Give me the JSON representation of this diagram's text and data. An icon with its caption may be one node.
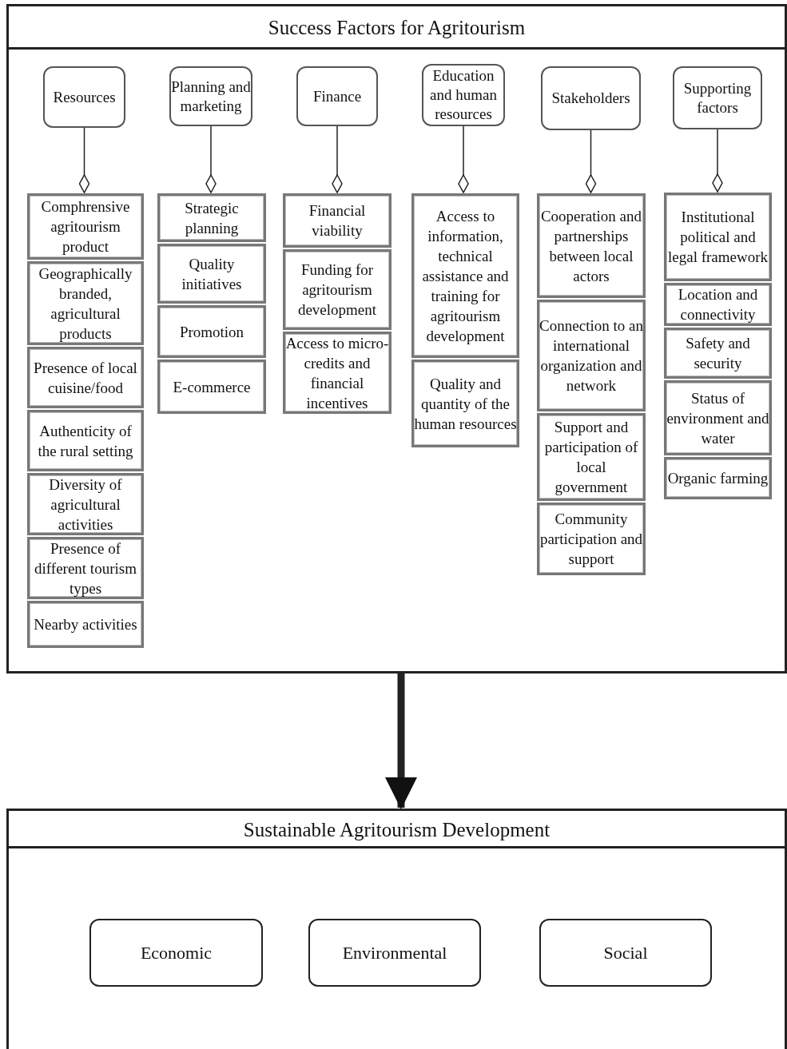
{
  "diagram": {
    "nodes": [
      {
        "text": [
          "Success Factors for Agritourism"
        ]
      },
      {
        "text": [
          "Resources"
        ],
        "in": 0
      },
      {
        "text": [
          "Comphrensive agritourism product"
        ],
        "in": 0
      },
      {
        "text": [
          "Geographically branded, agricultural products"
        ],
        "in": 0
      },
      {
        "text": [
          "Presence of local cuisine/food"
        ],
        "in": 0
      },
      {
        "text": [
          "Authenticity of the rural setting"
        ],
        "in": 0
      },
      {
        "text": [
          "Diversity of agricultural activities"
        ],
        "in": 0
      },
      {
        "text": [
          "Presence of different tourism types"
        ],
        "in": 0
      },
      {
        "text": [
          "Nearby activities"
        ],
        "in": 0
      },
      {
        "text": [
          "Planning and marketing"
        ],
        "in": 0
      },
      {
        "text": [
          "Strategic planning"
        ],
        "in": 0
      },
      {
        "text": [
          "Quality initiatives"
        ],
        "in": 0
      },
      {
        "text": [
          "Promotion"
        ],
        "in": 0
      },
      {
        "text": [
          "E-commerce"
        ],
        "in": 0
      },
      {
        "text": [
          "Finance"
        ],
        "in": 0
      },
      {
        "text": [
          "Financial viability"
        ],
        "in": 0
      },
      {
        "text": [
          "Funding for agritourism development"
        ],
        "in": 0
      },
      {
        "text": [
          "Access to micro-credits and financial incentives"
        ],
        "in": 0
      },
      {
        "text": [
          "Education and human resources"
        ],
        "in": 0
      },
      {
        "text": [
          "Access to information, technical assistance and training for agritourism development"
        ],
        "in": 0
      },
      {
        "text": [
          "Quality and quantity of the human resources"
        ],
        "in": 0
      },
      {
        "text": [
          "Stakeholders"
        ],
        "in": 0
      },
      {
        "text": [
          "Cooperation and partnerships between local actors"
        ],
        "in": 0
      },
      {
        "text": [
          "Connection to an international organization and network"
        ],
        "in": 0
      },
      {
        "text": [
          "Support and participation of local government"
        ],
        "in": 0
      },
      {
        "text": [
          "Community participation and support"
        ],
        "in": 0
      },
      {
        "text": [
          "Supporting factors"
        ],
        "in": 0
      },
      {
        "text": [
          "Institutional political and legal framework"
        ],
        "in": 0
      },
      {
        "text": [
          "Location and connectivity"
        ],
        "in": 0
      },
      {
        "text": [
          "Safety and security"
        ],
        "in": 0
      },
      {
        "text": [
          "Status of environment and water"
        ],
        "in": 0
      },
      {
        "text": [
          "Organic farming"
        ],
        "in": 0
      },
      {
        "text": [
          "Sustainable Agritourism Development"
        ]
      },
      {
        "text": [
          "Economic"
        ],
        "in": 32
      },
      {
        "text": [
          "Environmental"
        ],
        "in": 32
      },
      {
        "text": [
          "Social"
        ],
        "in": 32
      }
    ],
    "edges": [
      {
        "from": 1,
        "to": 2,
        "arrow": "other"
      },
      {
        "from": 9,
        "to": 10,
        "arrow": "other"
      },
      {
        "from": 14,
        "to": 15,
        "arrow": "other"
      },
      {
        "from": 18,
        "to": 19,
        "arrow": "other"
      },
      {
        "from": 21,
        "to": 22,
        "arrow": "other"
      },
      {
        "from": 26,
        "to": 27,
        "arrow": "other"
      },
      {
        "from": 0,
        "to": 32,
        "arrow": "to",
        "style": "thick"
      }
    ]
  }
}
